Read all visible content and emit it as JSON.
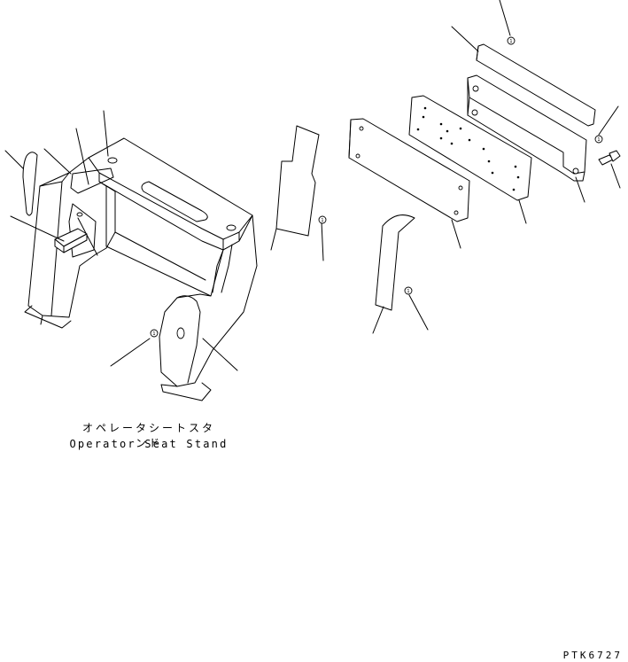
{
  "caption": {
    "japanese": "オペレータシートスタンド",
    "english": "Operator Seat Stand"
  },
  "drawing_code": "PTK6727",
  "markers": [
    {
      "name": "marker-a",
      "symbol": "1"
    },
    {
      "name": "marker-b",
      "symbol": "1"
    },
    {
      "name": "marker-c",
      "symbol": "1"
    },
    {
      "name": "marker-d",
      "symbol": "1"
    },
    {
      "name": "marker-e",
      "symbol": "1"
    }
  ]
}
